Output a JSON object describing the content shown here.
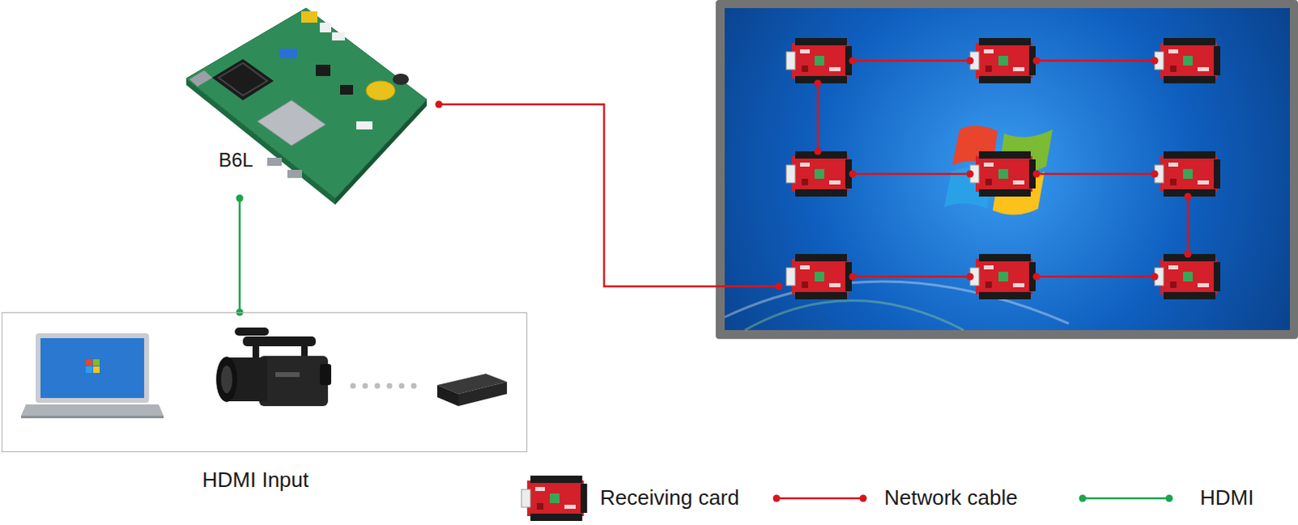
{
  "diagram": {
    "nodes": [
      {
        "text": [
          "B6L"
        ]
      },
      {
        "text": [
          "HDMI Input"
        ]
      }
    ],
    "edges": [
      {
        "from": 0,
        "to": 1,
        "arrow": "none"
      }
    ],
    "legend": [
      {
        "text": "Receiving card"
      },
      {
        "text": "Network cable"
      },
      {
        "text": "HDMI"
      }
    ]
  }
}
